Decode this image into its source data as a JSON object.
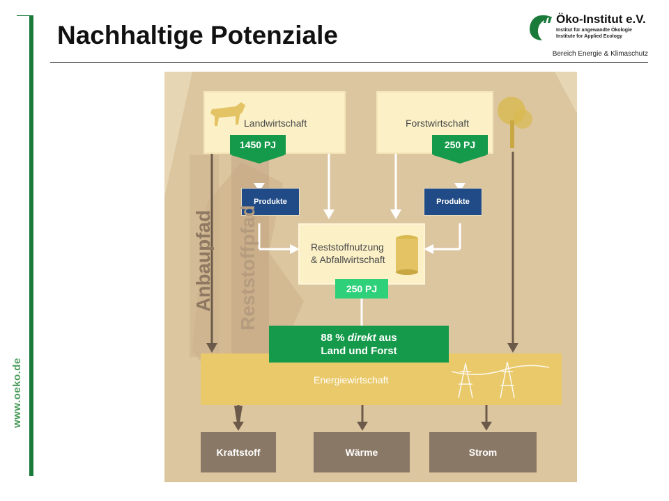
{
  "slide": {
    "title": "Nachhaltige Potenziale",
    "side_url": "www.oeko.de"
  },
  "logo": {
    "name": "Öko-Institut e.V.",
    "line1": "Institut für angewandte Ökologie",
    "line2": "Institute for Applied Ecology",
    "department": "Bereich Energie & Klimaschutz"
  },
  "diagram": {
    "sources": [
      {
        "label": "Landwirtschaft",
        "pj": "1450 PJ"
      },
      {
        "label": "Forstwirtschaft",
        "pj": "250 PJ"
      }
    ],
    "products": [
      "Produkte",
      "Produkte"
    ],
    "residual": {
      "line1": "Reststoffnutzung",
      "line2": "& Abfallwirtschaft",
      "pj": "250 PJ"
    },
    "paths": {
      "cultivation": "Anbaupfad",
      "residue": "Reststoffpfad"
    },
    "note": {
      "prefix": "88 % ",
      "emphasis": "direkt",
      "suffix": " aus",
      "line2": "Land und Forst"
    },
    "energy": "Energiewirtschaft",
    "outputs": [
      "Kraftstoff",
      "Wärme",
      "Strom"
    ],
    "colors": {
      "pj_green": "#149a4a",
      "pj_light_green": "#2ed07a",
      "product_blue": "#214b86"
    }
  }
}
